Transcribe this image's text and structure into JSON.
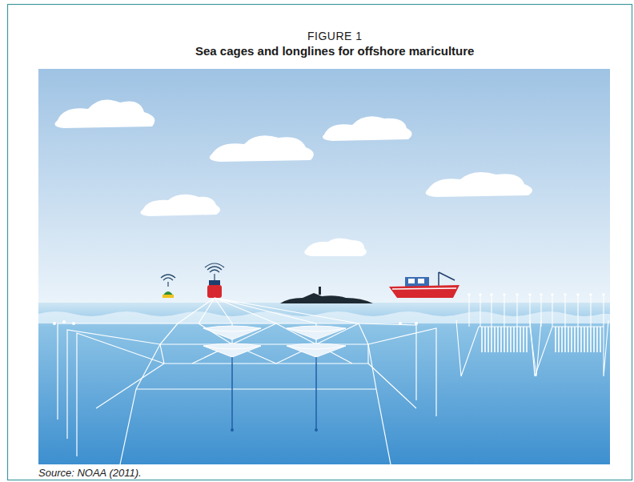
{
  "diagram": {
    "title": "Sea cages and longlines for offshore mariculture",
    "caption": "Source: NOAA (2011).",
    "labels": [
      "FIGURE 1"
    ]
  }
}
